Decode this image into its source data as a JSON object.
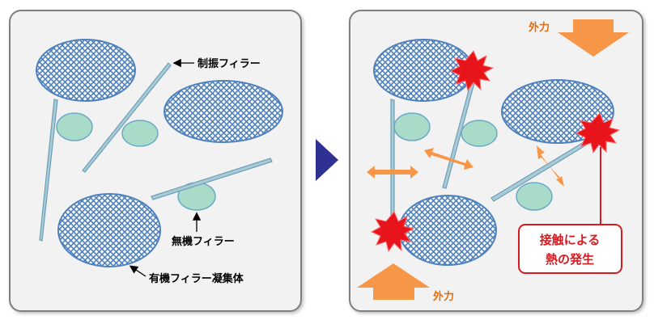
{
  "left_panel": {
    "labels": {
      "damping_filler": "制振フィラー",
      "inorganic_filler": "無機フィラー",
      "organic_aggregate": "有機フィラー凝集体"
    }
  },
  "right_panel": {
    "labels": {
      "external_force_top": "外力",
      "external_force_bottom": "外力"
    },
    "callout": {
      "line1": "接触による",
      "line2": "熱の発生"
    }
  },
  "colors": {
    "panel_bg": "#f2f2f2",
    "panel_border": "#7f7f7f",
    "hatch_ellipse_stroke": "#4f81bd",
    "hatch_line": "#4f81bd",
    "fiber_fill": "#a8cbd9",
    "fiber_stroke": "#6f9fb3",
    "inorganic_fill": "#a8dcc9",
    "inorganic_stroke": "#6aa8c8",
    "arrow_orange": "#f79646",
    "force_text": "#e46c0a",
    "star_red": "#e8141b",
    "callout_red": "#d71920",
    "next_arrow": "#2e3192"
  }
}
